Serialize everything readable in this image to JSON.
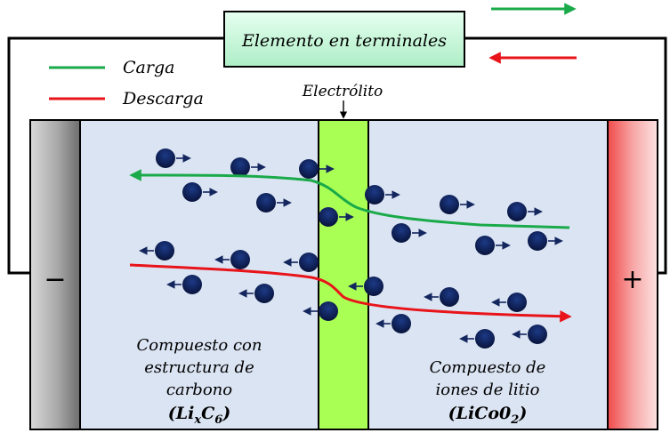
{
  "terminal_box": {
    "label": "Elemento en terminales"
  },
  "legend": {
    "items": [
      {
        "label": "Carga",
        "color": "#1aaa4a"
      },
      {
        "label": "Descarga",
        "color": "#e8141a"
      }
    ]
  },
  "electrolyte": {
    "label": "Electrólito",
    "color": "#aaff55"
  },
  "electrodes": {
    "negative": {
      "symbol": "−"
    },
    "positive": {
      "symbol": "+"
    }
  },
  "anode_text": {
    "lines": [
      "Compuesto con",
      "estructura de",
      "carbono"
    ],
    "formula_base": "Li",
    "formula_sub1": "x",
    "formula_mid": "C",
    "formula_sub2": "6"
  },
  "cathode_text": {
    "lines": [
      "Compuesto de",
      "iones de litio"
    ],
    "formula_base": "LiCo0",
    "formula_sub": "2"
  },
  "colors": {
    "cell_fill": "#dbe4f3",
    "ion": "#13265e",
    "charge_arrow": "#1aaa4a",
    "discharge_arrow": "#e8141a",
    "terminal_box_fill": "#c9f5dc"
  }
}
